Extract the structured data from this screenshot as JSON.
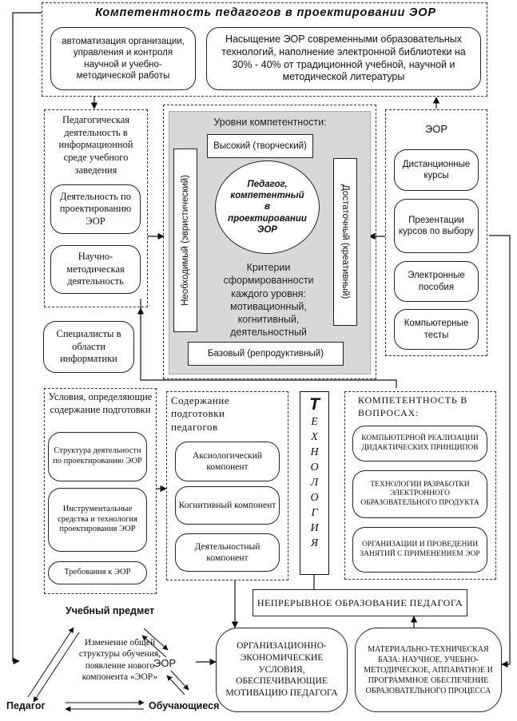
{
  "title": "Компетентность педагогов в проектировании ЭОР",
  "top": {
    "automation": "автоматизация организации, управления и контроля научной и учебно-методической работы",
    "saturation": "Насыщение ЭОР современными образовательных технологий, наполнение электронной библиотеки на 30% - 40% от традиционной учебной, научной и методической литературы"
  },
  "left": {
    "header": "Педагогическая деятельность в информационной среде учебного заведения",
    "design_activity": "Деятельность по проектированию ЭОР",
    "method_activity": "Научно-методическая деятельность",
    "specialists": "Специалисты в области информатики"
  },
  "center": {
    "levels_title": "Уровни компетентности:",
    "high": "Высокий (творческий)",
    "necessary": "Необходимый (эвристический)",
    "sufficient": "Достаточный (креативный)",
    "base": "Базовый (репродуктивный)",
    "circle": "Педагог, компетентный в проектировании ЭОР",
    "criteria": "Критерии сформированности каждого уровня: мотивационный, когнитивный, деятельностный"
  },
  "eor": {
    "title": "ЭОР",
    "items": [
      "Дистанционные курсы",
      "Презентации курсов по выбору",
      "Электронные пособия",
      "Компьютерные тесты"
    ]
  },
  "conditions": {
    "title": "Условия, определяющие содержание подготовки",
    "items": [
      "Структура деятельности по проектированию ЭОР",
      "Инструментальные средства и технология проектирования ЭОР",
      "Требования к ЭОР"
    ]
  },
  "content": {
    "title": "Содержание подготовки педагогов",
    "items": [
      "Аксиологический компонент",
      "Когнитивный компонент",
      "Деятельностный компонент"
    ]
  },
  "technology": {
    "first": "Т",
    "rest": [
      "Е",
      "Х",
      "Н",
      "О",
      "Л",
      "О",
      "Г",
      "И",
      "Я"
    ]
  },
  "competence": {
    "title": "Компетентность в вопросах:",
    "items": [
      "компьютерной реализации дидактических принципов",
      "технологии разработки электронного образовательного продукта",
      "организации и проведении занятий с применением ЭОР"
    ]
  },
  "continuous": "Непрерывное образование педагога",
  "bottom": {
    "subject": "Учебный предмет",
    "change": "Изменение общей структуры обучения, появление нового компонента «ЭОР»",
    "eor": "ЭОР",
    "teacher": "Педагог",
    "students": "Обучающиеся",
    "org": "Организационно-экономические условия, обеспечивающие мотивацию педагога",
    "material": "Материально-техническая база: научное, учебно-методическое, аппаратное и программное обеспечение образовательного процесса"
  }
}
